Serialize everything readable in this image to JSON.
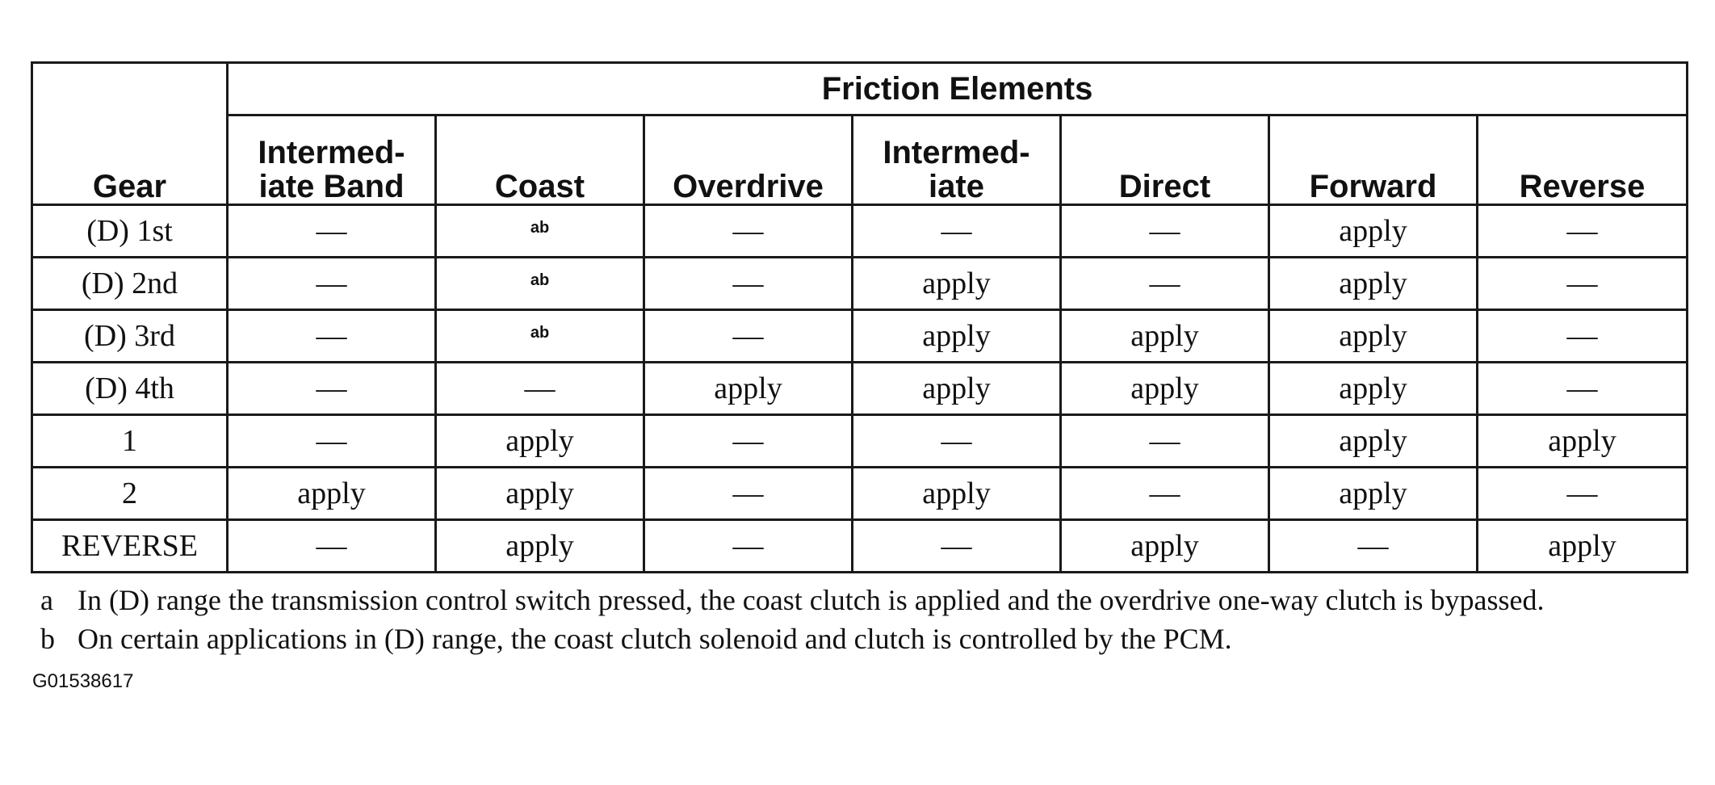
{
  "table": {
    "group_header": "Friction Elements",
    "gear_header": "Gear",
    "columns": [
      {
        "line1": "Intermed-",
        "line2": "iate Band"
      },
      {
        "line1": "",
        "line2": "Coast"
      },
      {
        "line1": "",
        "line2": "Overdrive"
      },
      {
        "line1": "Intermed-",
        "line2": "iate"
      },
      {
        "line1": "",
        "line2": "Direct"
      },
      {
        "line1": "",
        "line2": "Forward"
      },
      {
        "line1": "",
        "line2": "Reverse"
      }
    ],
    "rows": [
      {
        "gear": "(D)  1st",
        "cells": [
          "—",
          "ab",
          "—",
          "—",
          "—",
          "apply",
          "—"
        ]
      },
      {
        "gear": "(D)  2nd",
        "cells": [
          "—",
          "ab",
          "—",
          "apply",
          "—",
          "apply",
          "—"
        ]
      },
      {
        "gear": "(D)  3rd",
        "cells": [
          "—",
          "ab",
          "—",
          "apply",
          "apply",
          "apply",
          "—"
        ]
      },
      {
        "gear": "(D)  4th",
        "cells": [
          "—",
          "—",
          "apply",
          "apply",
          "apply",
          "apply",
          "—"
        ]
      },
      {
        "gear": "1",
        "cells": [
          "—",
          "apply",
          "—",
          "—",
          "—",
          "apply",
          "apply"
        ]
      },
      {
        "gear": "2",
        "cells": [
          "apply",
          "apply",
          "—",
          "apply",
          "—",
          "apply",
          "—"
        ]
      },
      {
        "gear": "REVERSE",
        "cells": [
          "—",
          "apply",
          "—",
          "—",
          "apply",
          "—",
          "apply"
        ]
      }
    ]
  },
  "footnotes": [
    {
      "key": "a",
      "text": "In (D)  range the transmission control switch pressed, the coast clutch is applied and the overdrive one-way clutch is bypassed."
    },
    {
      "key": "b",
      "text": "On certain applications in (D)  range, the coast clutch solenoid and clutch is controlled by the PCM."
    }
  ],
  "figure_id": "G01538617"
}
